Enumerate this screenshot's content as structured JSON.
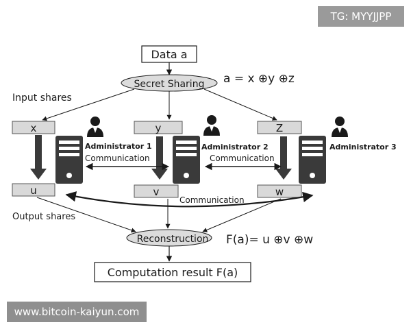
{
  "overlay": {
    "top_badge": "TG: MYYJJPP",
    "bottom_badge": "www.bitcoin-kaiyun.com"
  },
  "diagram": {
    "data_label": "Data a",
    "secret_sharing": "Secret Sharing",
    "sharing_formula": "a = x ⊕y ⊕z",
    "input_shares": "Input shares",
    "output_shares": "Output shares",
    "shares_in": [
      "x",
      "y",
      "Z"
    ],
    "shares_out": [
      "u",
      "v",
      "w"
    ],
    "administrators": [
      "Administrator 1",
      "Administrator 2",
      "Administrator 3"
    ],
    "communication": "Communication",
    "reconstruction": "Reconstruction",
    "reconstruction_formula": "F(a)= u ⊕v ⊕w",
    "result": "Computation result F(a)"
  },
  "colors": {
    "share_box": "#d9d9d9",
    "server": "#3a3a3a",
    "ellipse": "#dcdcdc",
    "badge": "#9a9a9a"
  }
}
